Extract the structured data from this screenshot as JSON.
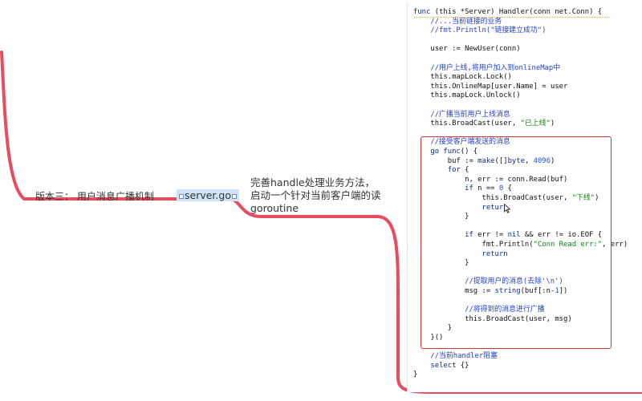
{
  "mindmap": {
    "version_label": "版本三：  用户消息广播机制",
    "file_label": "server.go",
    "description": "完善handle处理业务方法，启动一个针对当前客户端的读goroutine"
  },
  "colors": {
    "branch_line": "#e84c5f",
    "highlight_border": "#c93a3a",
    "selection_bg": "#cfe3f7",
    "comment": "#2242c7",
    "string": "#158518",
    "keyword": "#0a2e8c"
  },
  "code_lines": [
    "func (this *Server) Handler(conn net.Conn) {",
    "    //...当前链接的业务",
    "    //fmt.Println(\"链接建立成功\")",
    "",
    "    user := NewUser(conn)",
    "",
    "    //用户上线,将用户加入到onlineMap中",
    "    this.mapLock.Lock()",
    "    this.OnlineMap[user.Name] = user",
    "    this.mapLock.Unlock()",
    "",
    "    //广播当前用户上线消息",
    "    this.BroadCast(user, \"已上线\")",
    "",
    "    //接受客户端发送的消息",
    "    go func() {",
    "        buf := make([]byte, 4096)",
    "        for {",
    "            n, err := conn.Read(buf)",
    "            if n == 0 {",
    "                this.BroadCast(user, \"下线\")",
    "                return",
    "            }",
    "",
    "            if err != nil && err != io.EOF {",
    "                fmt.Println(\"Conn Read err:\", err)",
    "                return",
    "            }",
    "",
    "            //提取用户的消息(去除'\\n')",
    "            msg := string(buf[:n-1])",
    "",
    "            //将得到的消息进行广播",
    "            this.BroadCast(user, msg)",
    "        }",
    "    }()",
    "",
    "    //当前handler阻塞",
    "    select {}",
    "}"
  ],
  "icons": {
    "cursor": "mouse-pointer-icon"
  }
}
